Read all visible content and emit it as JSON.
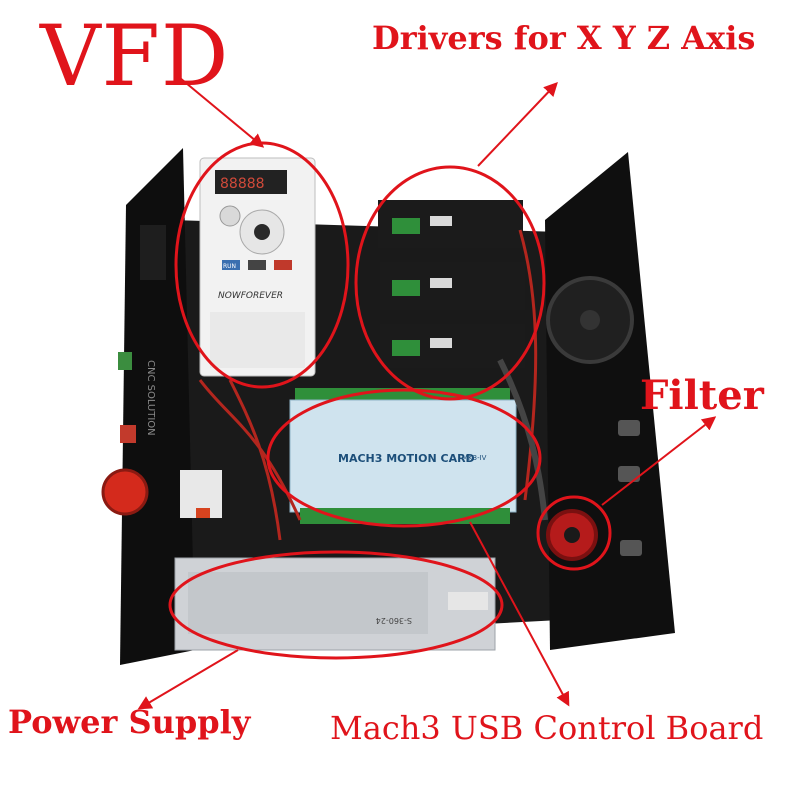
{
  "labels": {
    "vfd": "VFD",
    "drivers": "Drivers for X Y Z Axis",
    "filter": "Filter",
    "power_supply": "Power Supply",
    "control_board": "Mach3 USB Control Board"
  },
  "device_text": {
    "vfd_brand": "NOWFOREVER",
    "vfd_run": "RUN",
    "board_title": "MACH3 MOTION CARD",
    "board_model": "MK3-IV",
    "psu_model": "S-360-24",
    "cabinet_side": "CNC SOLUTION"
  },
  "colors": {
    "annotation": "#e0141b",
    "cabinet": "#141414",
    "driver_body": "#1b1b1b",
    "terminal_green": "#2f8f3a",
    "board_panel": "#cfe3ee",
    "psu_metal": "#cfd2d6"
  }
}
